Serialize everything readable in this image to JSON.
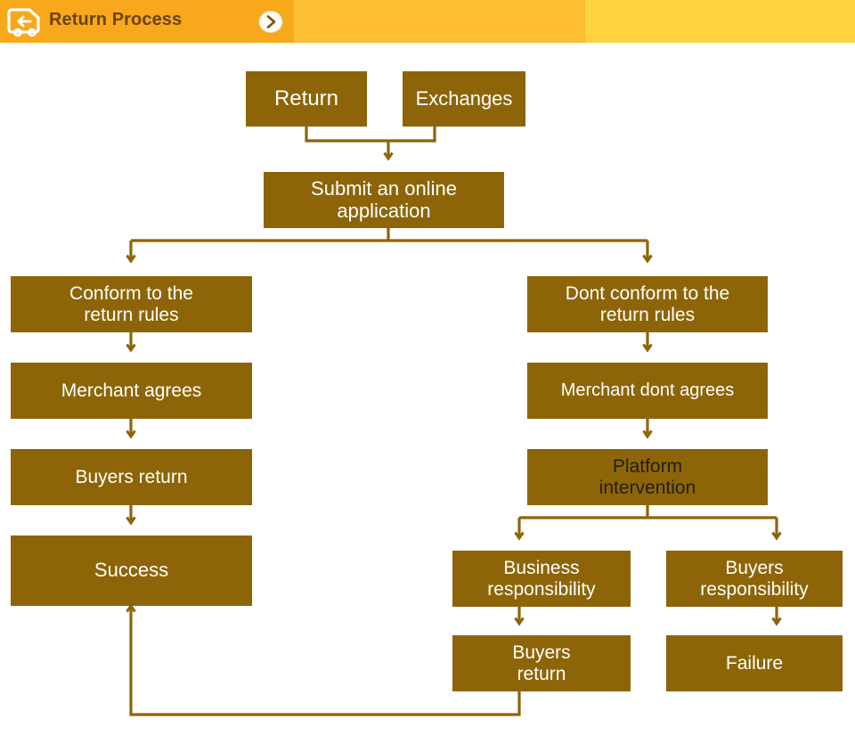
{
  "header": {
    "title": "Return Process",
    "icon": "return-truck-icon",
    "next_icon": "chevron-right-icon",
    "band_colors": [
      "#F7A81B",
      "#FCBE33",
      "#FDD23F"
    ],
    "title_color": "#6B4410"
  },
  "theme": {
    "node_fill": "#8D6508",
    "node_text": "#FFFFFF",
    "node_text_alt": "#231F0B",
    "connector": "#8D6508",
    "background": "#FFFFFF"
  },
  "chart_data": {
    "type": "diagram",
    "title": "Return Process",
    "nodes": [
      {
        "id": "return",
        "label": "Return"
      },
      {
        "id": "exchanges",
        "label": "Exchanges"
      },
      {
        "id": "submit",
        "label": "Submit an online application"
      },
      {
        "id": "conform",
        "label": "Conform to the return rules"
      },
      {
        "id": "merchant_ok",
        "label": "Merchant agrees"
      },
      {
        "id": "buyers_ret1",
        "label": "Buyers return"
      },
      {
        "id": "success",
        "label": "Success"
      },
      {
        "id": "dont_conform",
        "label": "Dont conform to the return rules"
      },
      {
        "id": "merchant_no",
        "label": "Merchant dont agrees"
      },
      {
        "id": "platform",
        "label": "Platform intervention"
      },
      {
        "id": "biz_resp",
        "label": "Business responsibility"
      },
      {
        "id": "buyer_resp",
        "label": "Buyers responsibility"
      },
      {
        "id": "buyers_ret2",
        "label": "Buyers return"
      },
      {
        "id": "failure",
        "label": "Failure"
      }
    ],
    "edges": [
      {
        "from": "return",
        "to": "submit"
      },
      {
        "from": "exchanges",
        "to": "submit"
      },
      {
        "from": "submit",
        "to": "conform"
      },
      {
        "from": "submit",
        "to": "dont_conform"
      },
      {
        "from": "conform",
        "to": "merchant_ok"
      },
      {
        "from": "merchant_ok",
        "to": "buyers_ret1"
      },
      {
        "from": "buyers_ret1",
        "to": "success"
      },
      {
        "from": "dont_conform",
        "to": "merchant_no"
      },
      {
        "from": "merchant_no",
        "to": "platform"
      },
      {
        "from": "platform",
        "to": "biz_resp"
      },
      {
        "from": "platform",
        "to": "buyer_resp"
      },
      {
        "from": "biz_resp",
        "to": "buyers_ret2"
      },
      {
        "from": "buyer_resp",
        "to": "failure"
      },
      {
        "from": "buyers_ret2",
        "to": "success"
      }
    ]
  },
  "nodes": {
    "return": {
      "label": "Return"
    },
    "exchanges": {
      "label": "Exchanges"
    },
    "submit_l1": {
      "label": "Submit an online"
    },
    "submit_l2": {
      "label": "application"
    },
    "conform_l1": {
      "label": "Conform to the"
    },
    "conform_l2": {
      "label": "return rules"
    },
    "merchant_ok": {
      "label": "Merchant agrees"
    },
    "buyers_ret1": {
      "label": "Buyers return"
    },
    "success": {
      "label": "Success"
    },
    "dont_conform_l1": {
      "label": "Dont conform to the"
    },
    "dont_conform_l2": {
      "label": "return rules"
    },
    "merchant_no": {
      "label": "Merchant dont agrees"
    },
    "platform_l1": {
      "label": "Platform"
    },
    "platform_l2": {
      "label": "intervention"
    },
    "biz_resp_l1": {
      "label": "Business"
    },
    "biz_resp_l2": {
      "label": "responsibility"
    },
    "buyer_resp_l1": {
      "label": "Buyers"
    },
    "buyer_resp_l2": {
      "label": "responsibility"
    },
    "buyers_ret2_l1": {
      "label": "Buyers"
    },
    "buyers_ret2_l2": {
      "label": "return"
    },
    "failure": {
      "label": "Failure"
    }
  }
}
